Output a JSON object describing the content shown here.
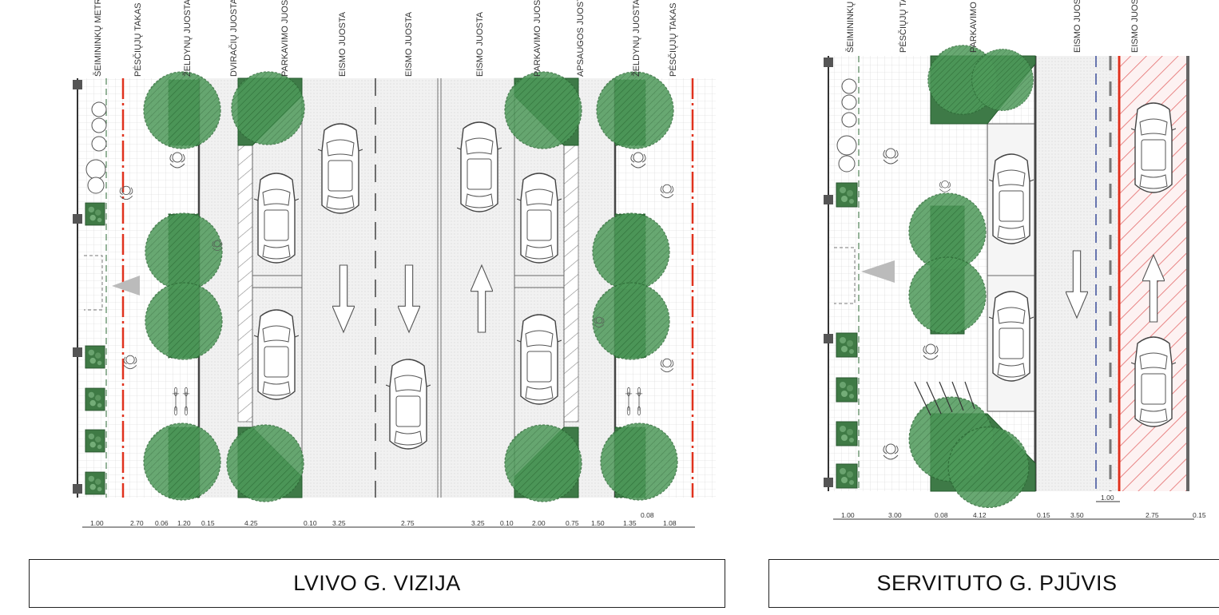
{
  "left_section": {
    "title": "LVIVO G. VIZIJA",
    "zone_labels": [
      "ŠEIMININKŲ METRAS",
      "PĖSČIŲJŲ TAKAS",
      "ŽELDYNŲ JUOSTA",
      "DVIRAČIŲ JUOSTA APSAUGOS JUOSTA",
      "PARKAVIMO JUOSTA/ ŽELDYNAI",
      "EISMO JUOSTA",
      "EISMO JUOSTA",
      "EISMO JUOSTA",
      "PARKAVIMO JUOSTA/ ŽELDYNAI",
      "APSAUGOS JUOSTA DVIRAČIŲ JUOSTA",
      "ŽELDYNŲ JUOSTA",
      "PĖSČIŲJŲ TAKAS"
    ],
    "dimensions": [
      "1.00",
      "2.70",
      "0.06",
      "1.20",
      "0.15",
      "4.25",
      "0.10",
      "3.25",
      "2.75",
      "3.25",
      "0.10",
      "2.00",
      "0.75",
      "1.50",
      "1.35",
      "0.08",
      "1.08"
    ]
  },
  "right_section": {
    "title": "SERVITUTO G. PJŪVIS",
    "zone_labels": [
      "ŠEIMININKŲ METRAS",
      "PĖSČIŲJŲ TAKAS",
      "PARKAVIMO JUOSTA/ ŽELDYNAI",
      "EISMO JUOSTA",
      "EISMO JUOSTA ĮRENGIAMA VALSTYBINĖJE ŽEMĖJE"
    ],
    "dimensions": [
      "1.00",
      "3.00",
      "0.08",
      "4.12",
      "0.15",
      "3.50",
      "1.00",
      "2.75",
      "0.15"
    ]
  },
  "colors": {
    "tree_fill": "#2f7d3a",
    "planter_fill": "#3f7a45",
    "red_line": "#e0321e",
    "hatch_red": "#e46b6b",
    "grid": "#cfcfcf",
    "lane_fill": "#ececec"
  },
  "icons": [
    "tree-icon",
    "car-icon",
    "bicycle-icon",
    "arrow-up-icon",
    "arrow-down-icon",
    "bench-icon",
    "planter-icon"
  ]
}
